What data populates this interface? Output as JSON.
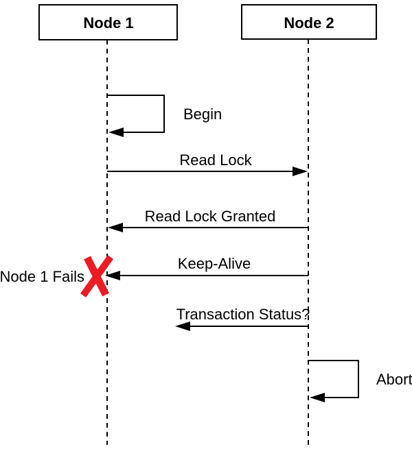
{
  "colors": {
    "line": "#000000",
    "background": "#ffffff",
    "failure_mark_red": "#ed1c24",
    "failure_text_red": "#d42027"
  },
  "nodes": [
    {
      "label": "Node 1"
    },
    {
      "label": "Node 2"
    }
  ],
  "messages": {
    "begin": {
      "label": "Begin",
      "kind": "self-message",
      "on": "Node 1"
    },
    "read_lock": {
      "label": "Read Lock",
      "from": "Node 1",
      "to": "Node 2"
    },
    "read_lock_granted": {
      "label": "Read Lock Granted",
      "from": "Node 2",
      "to": "Node 1"
    },
    "keep_alive": {
      "label": "Keep-Alive",
      "from": "Node 2",
      "to": "Node 1"
    },
    "transaction_status": {
      "label": "Transaction Status?",
      "from": "Node 2",
      "to": "Node 1",
      "delivered": false
    },
    "abort": {
      "label": "Abort",
      "kind": "self-message",
      "on": "Node 2"
    }
  },
  "failure": {
    "label": "Node 1 Fails",
    "node": "Node 1"
  }
}
